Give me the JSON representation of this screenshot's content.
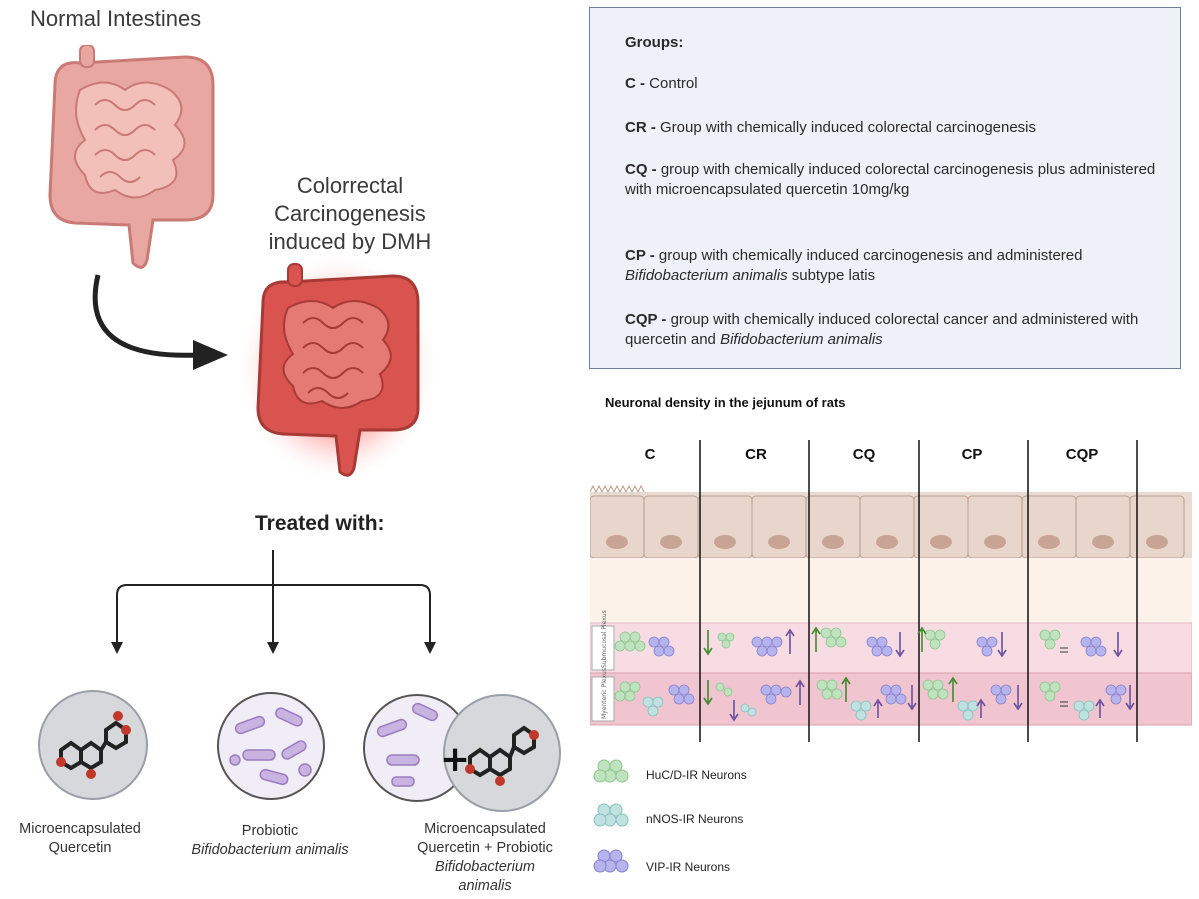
{
  "left": {
    "normal_title": "Normal Intestines",
    "crc_title_lines": [
      "Colorrectal",
      "Carcinogenesis",
      "induced by DMH"
    ],
    "treated_title": "Treated with:",
    "treatments": [
      {
        "line1": "Microencapsulated",
        "line2": "Quercetin",
        "line3": "",
        "line4": ""
      },
      {
        "line1": "Probiotic",
        "line2": "Bifidobacterium animalis",
        "line3": "",
        "line4": ""
      },
      {
        "line1": "Microencapsulated",
        "line2": "Quercetin + Probiotic",
        "line3": "Bifidobacterium",
        "line4": "animalis"
      }
    ]
  },
  "groups": {
    "heading": "Groups:",
    "items": [
      {
        "code": "C -",
        "text": "Control"
      },
      {
        "code": "CR -",
        "text": "Group with chemically induced colorectal carcinogenesis"
      },
      {
        "code": "CQ -",
        "text": " group with chemically induced colorectal carcinogenesis plus administered with microencapsulated quercetin 10mg/kg"
      },
      {
        "code": "CP -",
        "text_before": "group with chemically induced carcinogenesis and administered ",
        "italic": "Bifidobacterium animalis",
        "text_after": " subtype latis"
      },
      {
        "code": "CQP -",
        "text_before": "group with chemically induced colorectal cancer and administered with quercetin and ",
        "italic": "Bifidobacterium animalis",
        "text_after": ""
      }
    ]
  },
  "density": {
    "title": "Neuronal density in the jejunum of rats",
    "columns": [
      "C",
      "CR",
      "CQ",
      "CP",
      "CQP"
    ],
    "plexus_labels": [
      "Submucosal Plexus",
      "Myenteric Plexus"
    ],
    "legend": [
      {
        "label": "HuC/D-IR Neurons",
        "color": "#bfe3bf"
      },
      {
        "label": "nNOS-IR Neurons",
        "color": "#bfe1df"
      },
      {
        "label": "VIP-IR Neurons",
        "color": "#b7b3ec"
      }
    ]
  },
  "colors": {
    "intestine_normal": "#e9a7a2",
    "intestine_crc": "#d9534f",
    "groups_box_bg": "#eef1f7",
    "groups_box_border": "#6d7f9e",
    "arrow_up_green": "#3f8a2e",
    "arrow_down_purple": "#6a4fa0"
  }
}
